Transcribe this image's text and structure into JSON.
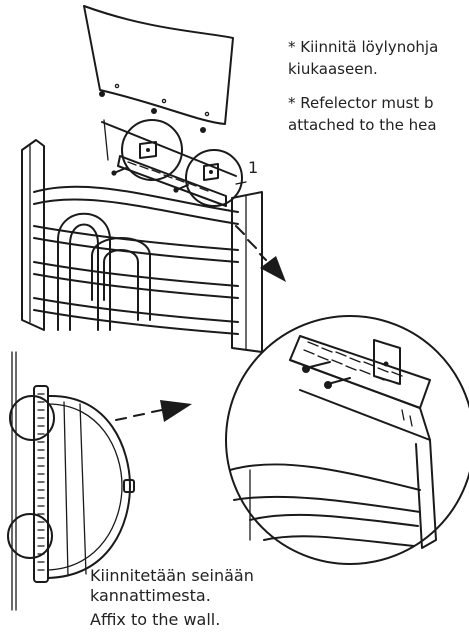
{
  "notes": {
    "fi": "* Kiinnitä löylynohjain kiukaaseen.",
    "fi_line1": "* Kiinnitä löylynohja",
    "fi_line2": "kiukaaseen.",
    "en_line1": "* Refelector must b",
    "en_line2": "attached to the hea"
  },
  "callout": {
    "number": "1"
  },
  "wall_caption": {
    "fi_line1": "Kiinnitetään seinään",
    "fi_line2": "kannattimesta.",
    "en": "Affix to the wall."
  },
  "colors": {
    "ink": "#1a1a1a",
    "background": "#ffffff",
    "text": "#222222"
  }
}
